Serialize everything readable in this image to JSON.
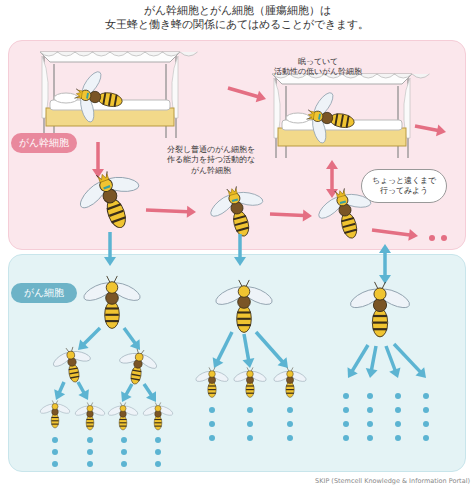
{
  "diagram": {
    "title": "がん幹細胞とがん細胞（腫瘍細胞）は 女王蜂と働き蜂の関係にあてはめることができます。",
    "nodes": [
      {
        "text": [
          "がん幹細胞"
        ]
      },
      {
        "text": [
          "がん細胞"
        ]
      },
      {
        "text": [
          "ちょっと遠くまで 行ってみよう"
        ],
        "in": 0
      }
    ],
    "labels": [
      "眠っていて 活動性の低いがん幹細胞",
      "分裂し普通のがん細胞を 作る能力を持つ活動的な がん幹細胞",
      "SKIP (Stemcell Knowledge & Information Portal)"
    ]
  }
}
